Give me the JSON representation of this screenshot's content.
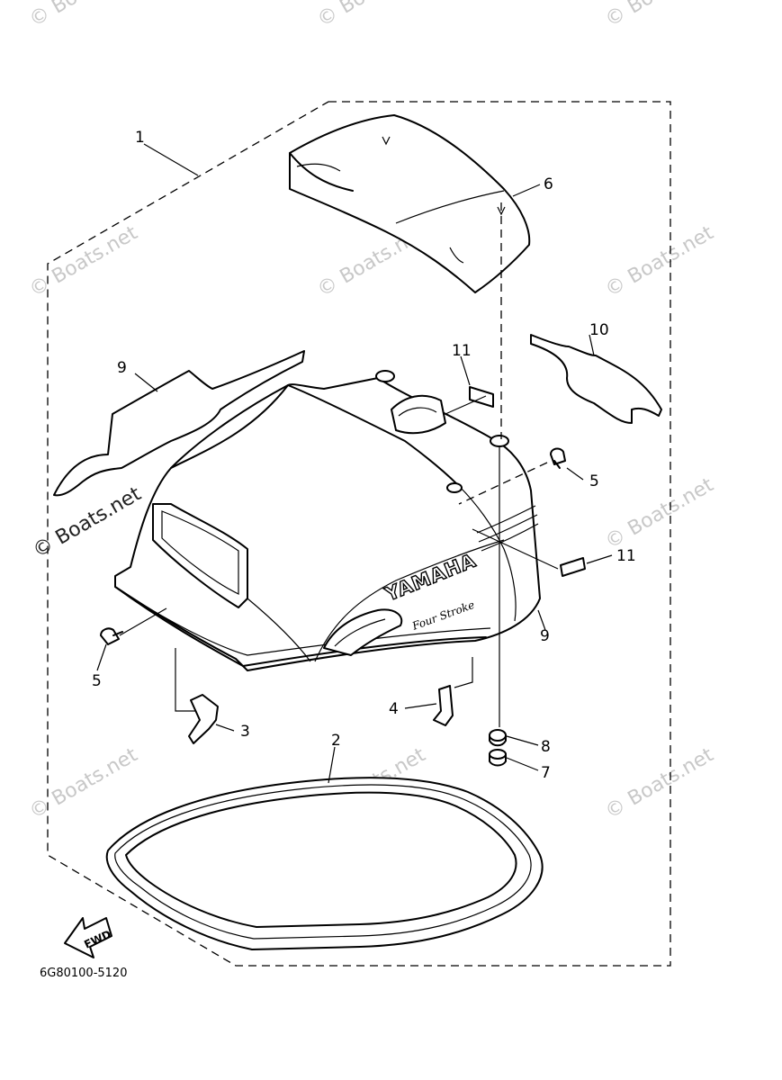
{
  "diagram": {
    "callouts": {
      "c1": "1",
      "c2": "2",
      "c3": "3",
      "c4": "4",
      "c5a": "5",
      "c5b": "5",
      "c6": "6",
      "c7": "7",
      "c8": "8",
      "c9a": "9",
      "c9b": "9",
      "c10": "10",
      "c11a": "11",
      "c11b": "11"
    },
    "brand_text": "YAMAHA",
    "sub_brand_text": "Four Stroke",
    "fwd_label": "FWD",
    "part_code": "6G80100-5120",
    "watermark": "© Boats.net"
  }
}
